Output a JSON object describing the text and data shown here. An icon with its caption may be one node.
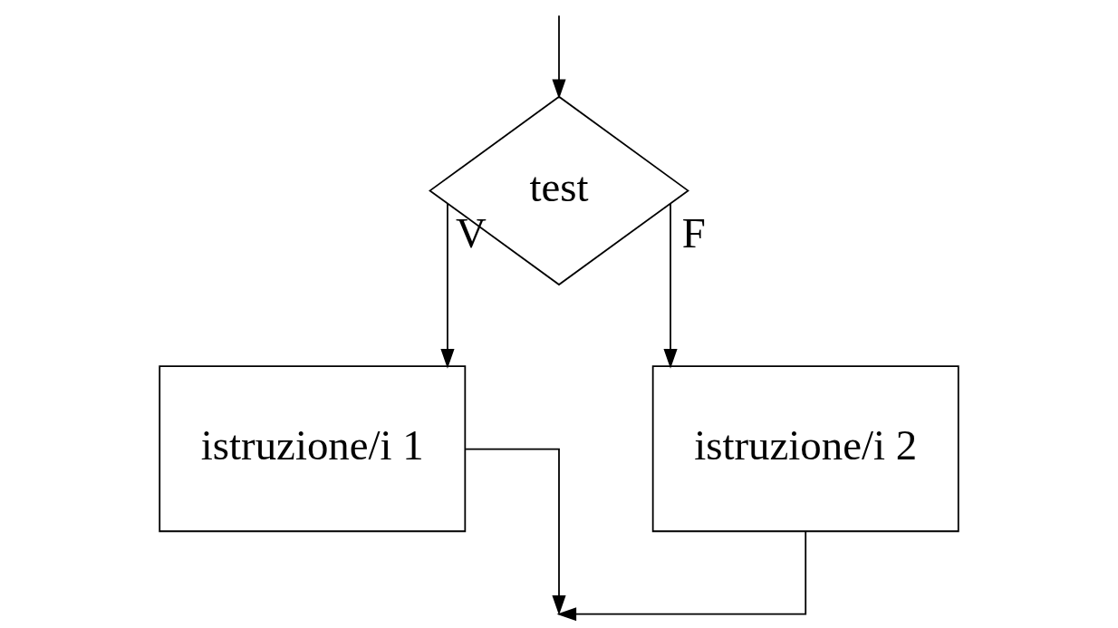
{
  "diagram": {
    "nodes": [
      {
        "text": [
          "test"
        ]
      },
      {
        "text": [
          "istruzione/i 1"
        ]
      },
      {
        "text": [
          "istruzione/i 2"
        ]
      }
    ],
    "edges": [
      {
        "from": null,
        "to": 0,
        "arrow": "to"
      },
      {
        "from": 0,
        "to": 1,
        "arrow": "to",
        "label": "V"
      },
      {
        "from": 0,
        "to": 2,
        "arrow": "to",
        "label": "F"
      },
      {
        "from": 1,
        "to": null,
        "arrow": "to"
      },
      {
        "from": 2,
        "to": null,
        "arrow": "to"
      }
    ]
  }
}
